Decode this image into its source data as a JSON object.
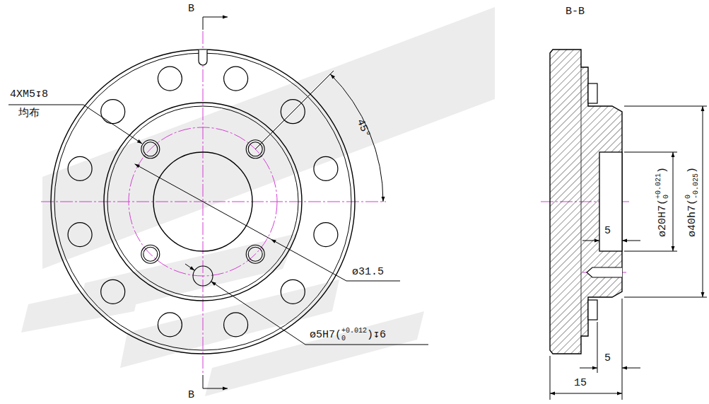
{
  "diagram": {
    "labels": [
      "B",
      "B",
      "4XM5↧8",
      "均布",
      "45°",
      "ø31.5",
      "ø5H7(",
      "+0.012",
      "0",
      ")↧6",
      "B-B",
      "ø20H7(",
      "+0.021",
      "0",
      ")",
      "ø40h7(",
      "0",
      "-0.025",
      ")",
      "5",
      "5",
      "15"
    ]
  }
}
